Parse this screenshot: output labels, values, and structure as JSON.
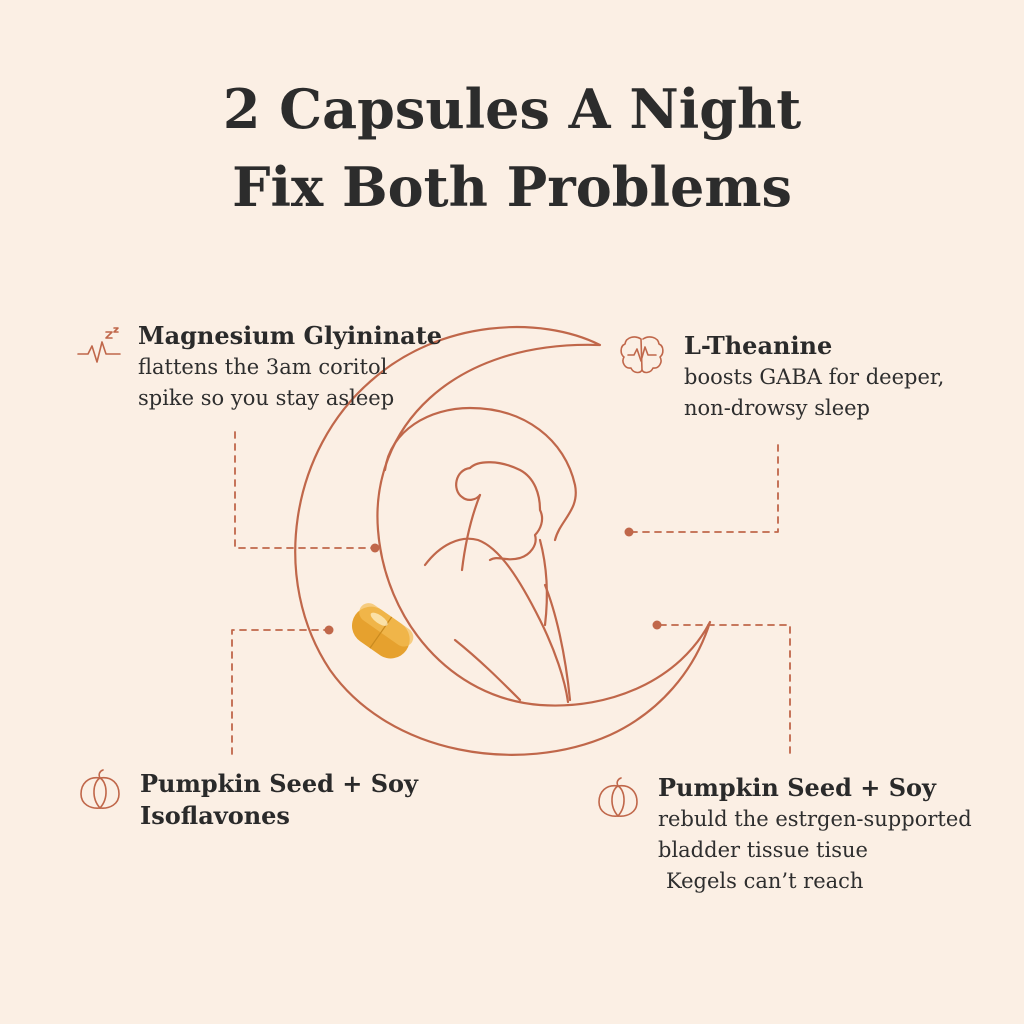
{
  "title": {
    "line1": "2 Capsules A Night",
    "line2": "Fix Both Problems"
  },
  "colors": {
    "background": "#fbefe4",
    "line": "#c0674a",
    "capsule": "#e9a22b",
    "text": "#2c2c2c"
  },
  "callouts": {
    "top_left": {
      "heading": "Magnesium Glyininate",
      "line1": "flattens the 3am coritol",
      "line2": "spike so you stay asleep",
      "icon": "sleep-wave-icon"
    },
    "top_right": {
      "heading": "L-Theanine",
      "line1": "boosts GABA for deeper,",
      "line2": "non-drowsy sleep",
      "icon": "brain-icon"
    },
    "bottom_left": {
      "heading": "Pumpkin Seed + Soy",
      "line1": "Isoflavones",
      "icon": "pumpkin-icon"
    },
    "bottom_right": {
      "heading": "Pumpkin Seed + Soy",
      "line1": "rebuld the estrgen-supported",
      "line2": "bladder tissue tisue",
      "line3": "Kegels can’t reach",
      "icon": "pumpkin-icon"
    }
  }
}
